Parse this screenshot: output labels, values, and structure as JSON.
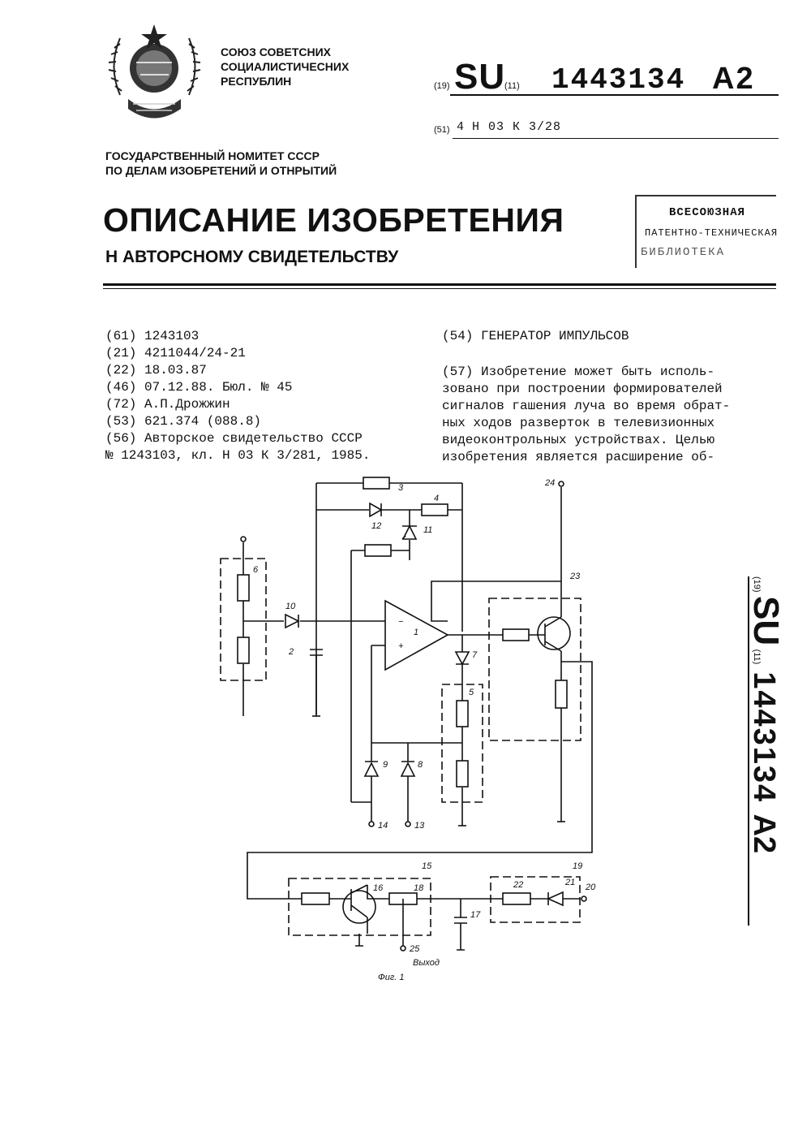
{
  "header": {
    "union": [
      "СОЮЗ СОВЕТСНИХ",
      "СОЦИАЛИСТИЧЕСНИХ",
      "РЕСПУБЛИН"
    ],
    "committee": [
      "ГОСУДАРСТВЕННЫЙ НОМИТЕТ СССР",
      "ПО ДЕЛАМ ИЗОБРЕТЕНИЙ И ОТНРЫТИЙ"
    ],
    "field19": "(19)",
    "country": "SU",
    "field11": "(11)",
    "patent_number": "1443134",
    "kind_code": "A2",
    "field51": "(51)",
    "ipc_edition": "4",
    "ipc": "Н 03 К 3/28",
    "title": "ОПИСАНИЕ ИЗОБРЕТЕНИЯ",
    "subtitle": "Н АВТОРСНОМУ СВИДЕТЕЛЬСТВУ"
  },
  "stamp": {
    "line1": "ВСЕСОЮЗНАЯ",
    "line2": "ПАТЕНТНО-ТЕХНИЧЕСКАЯ",
    "line3": "БИБЛИОТЕКА"
  },
  "bibliography": [
    {
      "code": "(61)",
      "value": "1243103"
    },
    {
      "code": "(21)",
      "value": "4211044/24-21"
    },
    {
      "code": "(22)",
      "value": "18.03.87"
    },
    {
      "code": "(46)",
      "value": "07.12.88. Бюл. № 45"
    },
    {
      "code": "(72)",
      "value": "А.П.Дрожжин"
    },
    {
      "code": "(53)",
      "value": "621.374 (088.8)"
    },
    {
      "code": "(56)",
      "value": "Авторское свидетельство СССР"
    },
    {
      "code": "",
      "value": "№ 1243103, кл. Н 03 К 3/281, 1985."
    }
  ],
  "invention_title": "(54) ГЕНЕРАТОР ИМПУЛЬСОВ",
  "abstract": [
    "(57) Изобретение может быть исполь-",
    "зовано при построении формирователей",
    "сигналов гашения луча во время обрат-",
    "ных ходов разверток в телевизионных",
    "видеоконтрольных устройствах. Целью",
    "изобретения является расширение об-"
  ],
  "side": {
    "field19": "(19)",
    "country": "SU",
    "field11": "(11)",
    "patent_number": "1443134",
    "kind_code": "A2"
  },
  "figure": {
    "labels": [
      "1",
      "2",
      "3",
      "4",
      "5",
      "6",
      "7",
      "8",
      "9",
      "10",
      "11",
      "12",
      "13",
      "14",
      "15",
      "16",
      "17",
      "18",
      "19",
      "20",
      "21",
      "22",
      "23",
      "24",
      "25"
    ],
    "output_label": "Выход",
    "caption": "Фиг. 1",
    "minus": "−",
    "plus": "+"
  }
}
